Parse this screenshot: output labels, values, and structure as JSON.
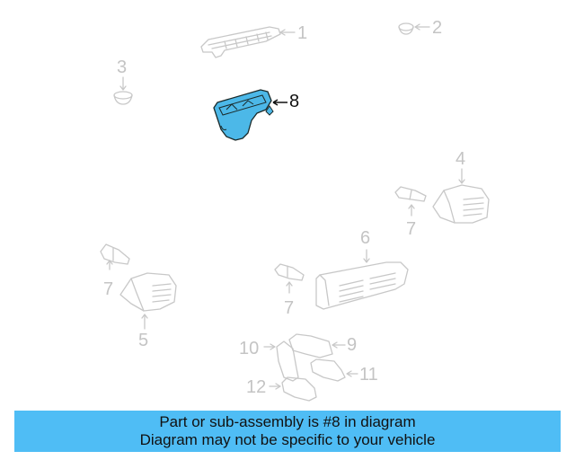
{
  "diagram": {
    "highlighted_part": "8",
    "colors": {
      "highlight_fill": "#4cb8e8",
      "highlight_stroke": "#1a2a2a",
      "line_grey": "#c8c8c8",
      "banner_bg": "#4fbdf5"
    },
    "callouts": [
      {
        "id": "1",
        "label": "1"
      },
      {
        "id": "2",
        "label": "2"
      },
      {
        "id": "3",
        "label": "3"
      },
      {
        "id": "4",
        "label": "4"
      },
      {
        "id": "5",
        "label": "5"
      },
      {
        "id": "6",
        "label": "6"
      },
      {
        "id": "7a",
        "label": "7"
      },
      {
        "id": "7b",
        "label": "7"
      },
      {
        "id": "7c",
        "label": "7"
      },
      {
        "id": "8",
        "label": "8"
      },
      {
        "id": "9",
        "label": "9"
      },
      {
        "id": "10",
        "label": "10"
      },
      {
        "id": "11",
        "label": "11"
      },
      {
        "id": "12",
        "label": "12"
      }
    ]
  },
  "banner": {
    "line1": "Part or sub-assembly is #8 in diagram",
    "line2": "Diagram may not be specific to your vehicle"
  }
}
